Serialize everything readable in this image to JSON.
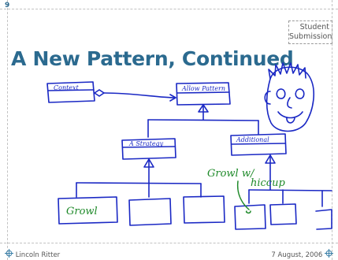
{
  "slide": {
    "number": "9",
    "badge": [
      "Student",
      "Submission"
    ],
    "title": "A New Pattern, Continued"
  },
  "sketch": {
    "ink_color": "#1a28c4",
    "green_ink": "#1f8a2a",
    "labels": {
      "context": "Context",
      "pattern": "Allow Pattern",
      "strategy": "A Strategy",
      "additional": "Additional",
      "growl": "Growl",
      "growl_hiccup_1": "Growl w/",
      "growl_hiccup_2": "hiccup"
    }
  },
  "footer": {
    "author": "Lincoln Ritter",
    "date": "7 August, 2006"
  }
}
